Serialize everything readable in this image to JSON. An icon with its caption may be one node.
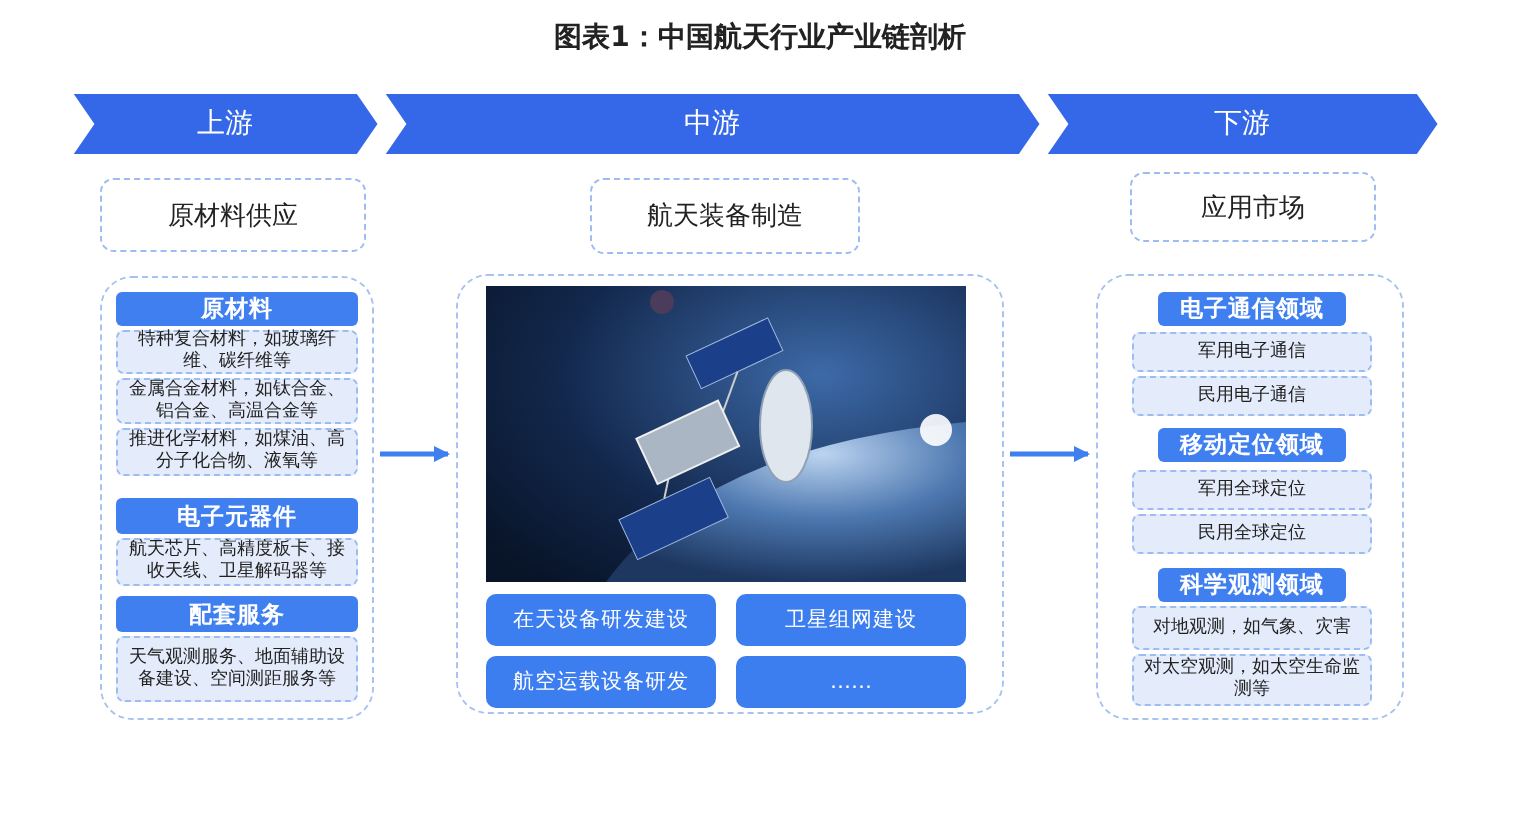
{
  "diagram": {
    "title": "图表1：中国航天行业产业链剖析",
    "nodes": [
      {
        "text": [
          "上游"
        ]
      },
      {
        "text": [
          "中游"
        ]
      },
      {
        "text": [
          "下游"
        ]
      },
      {
        "text": [
          "原材料供应"
        ]
      },
      {
        "text": [],
        "shape": "box"
      },
      {
        "text": [
          "原材料"
        ],
        "in": 4
      },
      {
        "text": [
          "特种复合材料，如玻璃纤维、碳纤维等"
        ],
        "in": 4
      },
      {
        "text": [
          "金属合金材料，如钛合金、铝合金、高温合金等"
        ],
        "in": 4
      },
      {
        "text": [
          "推进化学材料，如煤油、高分子化合物、液氧等"
        ],
        "in": 4
      },
      {
        "text": [
          "电子元器件"
        ],
        "in": 4
      },
      {
        "text": [
          "航天芯片、高精度板卡、接收天线、卫星解码器等"
        ],
        "in": 4
      },
      {
        "text": [
          "配套服务"
        ],
        "in": 4
      },
      {
        "text": [
          "天气观测服务、地面辅助设备建设、空间测距服务等"
        ],
        "in": 4
      },
      {
        "text": [
          "航天装备制造"
        ]
      },
      {
        "text": [],
        "shape": "box"
      },
      {
        "text": [],
        "shape": "picture",
        "in": 14
      },
      {
        "text": [
          "在天设备研发建设"
        ],
        "in": 14
      },
      {
        "text": [
          "卫星组网建设"
        ],
        "in": 14
      },
      {
        "text": [
          "航空运载设备研发"
        ],
        "in": 14
      },
      {
        "text": [
          "……"
        ],
        "in": 14
      },
      {
        "text": [
          "应用市场"
        ]
      },
      {
        "text": [],
        "shape": "box"
      },
      {
        "text": [
          "电子通信领域"
        ],
        "in": 21
      },
      {
        "text": [
          "军用电子通信"
        ],
        "in": 21
      },
      {
        "text": [
          "民用电子通信"
        ],
        "in": 21
      },
      {
        "text": [
          "移动定位领域"
        ],
        "in": 21
      },
      {
        "text": [
          "军用全球定位"
        ],
        "in": 21
      },
      {
        "text": [
          "民用全球定位"
        ],
        "in": 21
      },
      {
        "text": [
          "科学观测领域"
        ],
        "in": 21
      },
      {
        "text": [
          "对地观测，如气象、灾害"
        ],
        "in": 21
      },
      {
        "text": [
          "对太空观测，如太空生命监测等"
        ],
        "in": 21
      }
    ],
    "edges": [
      {
        "from": 4,
        "to": 14,
        "arrow": "to"
      },
      {
        "from": 14,
        "to": 21,
        "arrow": "to"
      }
    ]
  }
}
